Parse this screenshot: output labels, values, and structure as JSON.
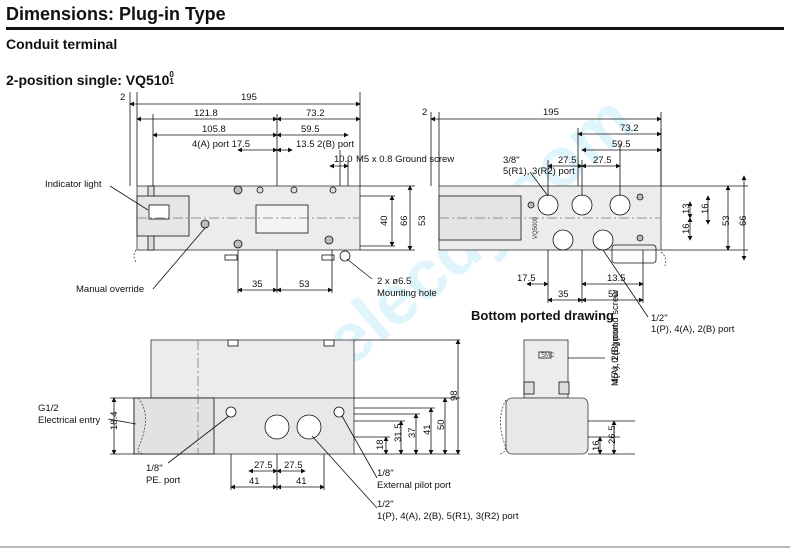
{
  "header": {
    "title": "Dimensions: Plug-in Type",
    "subtitle": "Conduit terminal",
    "model_prefix": "2-position single: VQ510",
    "model_sup": "0",
    "model_sub": "1",
    "bottom_ported_title": "Bottom ported drawing"
  },
  "watermark": "elecdy.com",
  "front_view": {
    "dims": {
      "d2": "2",
      "d195": "195",
      "d121_8": "121.8",
      "d73_2": "73.2",
      "d105_8": "105.8",
      "d59_5": "59.5",
      "port4a": "4(A) port 17.5",
      "port2b": "13.5 2(B) port",
      "d10": "10.0",
      "m5": "M5 x 0.8 Ground screw",
      "d40": "40",
      "d66": "66",
      "d53": "53",
      "d35": "35",
      "d53b": "53"
    },
    "labels": {
      "indicator": "Indicator light",
      "manual": "Manual override",
      "mounting1": "2 x ø6.5",
      "mounting2": "Mounting hole"
    }
  },
  "right_view": {
    "dims": {
      "d2": "2",
      "d195": "195",
      "d73_2": "73.2",
      "d59_5": "59.5",
      "d27_5a": "27.5",
      "d27_5b": "27.5",
      "d13": "13",
      "d16a": "16",
      "d16b": "16",
      "d53": "53",
      "d66": "66",
      "d17_5": "17.5",
      "d13_5": "13.5",
      "d35": "35",
      "d53b": "53"
    },
    "labels": {
      "port38": "3/8\"",
      "port38b": "5(R1), 3(R2) port",
      "port12": "1/2\"",
      "port12b": "1(P), 4(A), 2(B) port",
      "body_mark": "VQ5000"
    }
  },
  "bottom_view": {
    "dims": {
      "d18_4": "18.4",
      "d27_5a": "27.5",
      "d27_5b": "27.5",
      "d41a": "41",
      "d41b": "41",
      "d18": "18",
      "d31_5": "31.5",
      "d37": "37",
      "d41c": "41",
      "d50": "50",
      "d98": "98"
    },
    "labels": {
      "g12": "G1/2",
      "electrical": "Electrical entry",
      "pe1": "1/8\"",
      "pe2": "PE. port",
      "ext1": "1/8\"",
      "ext2": "External pilot port",
      "p12a": "1/2\"",
      "p12b": "1(P), 4(A), 2(B), 5(R1), 3(R2) port"
    }
  },
  "side_view": {
    "dims": {
      "d16": "16",
      "d26_5": "26.5"
    },
    "labels": {
      "m5": "M5 x 0.8 ground screw",
      "port": "4(A), 2(B) port",
      "mark": "SMC"
    }
  }
}
